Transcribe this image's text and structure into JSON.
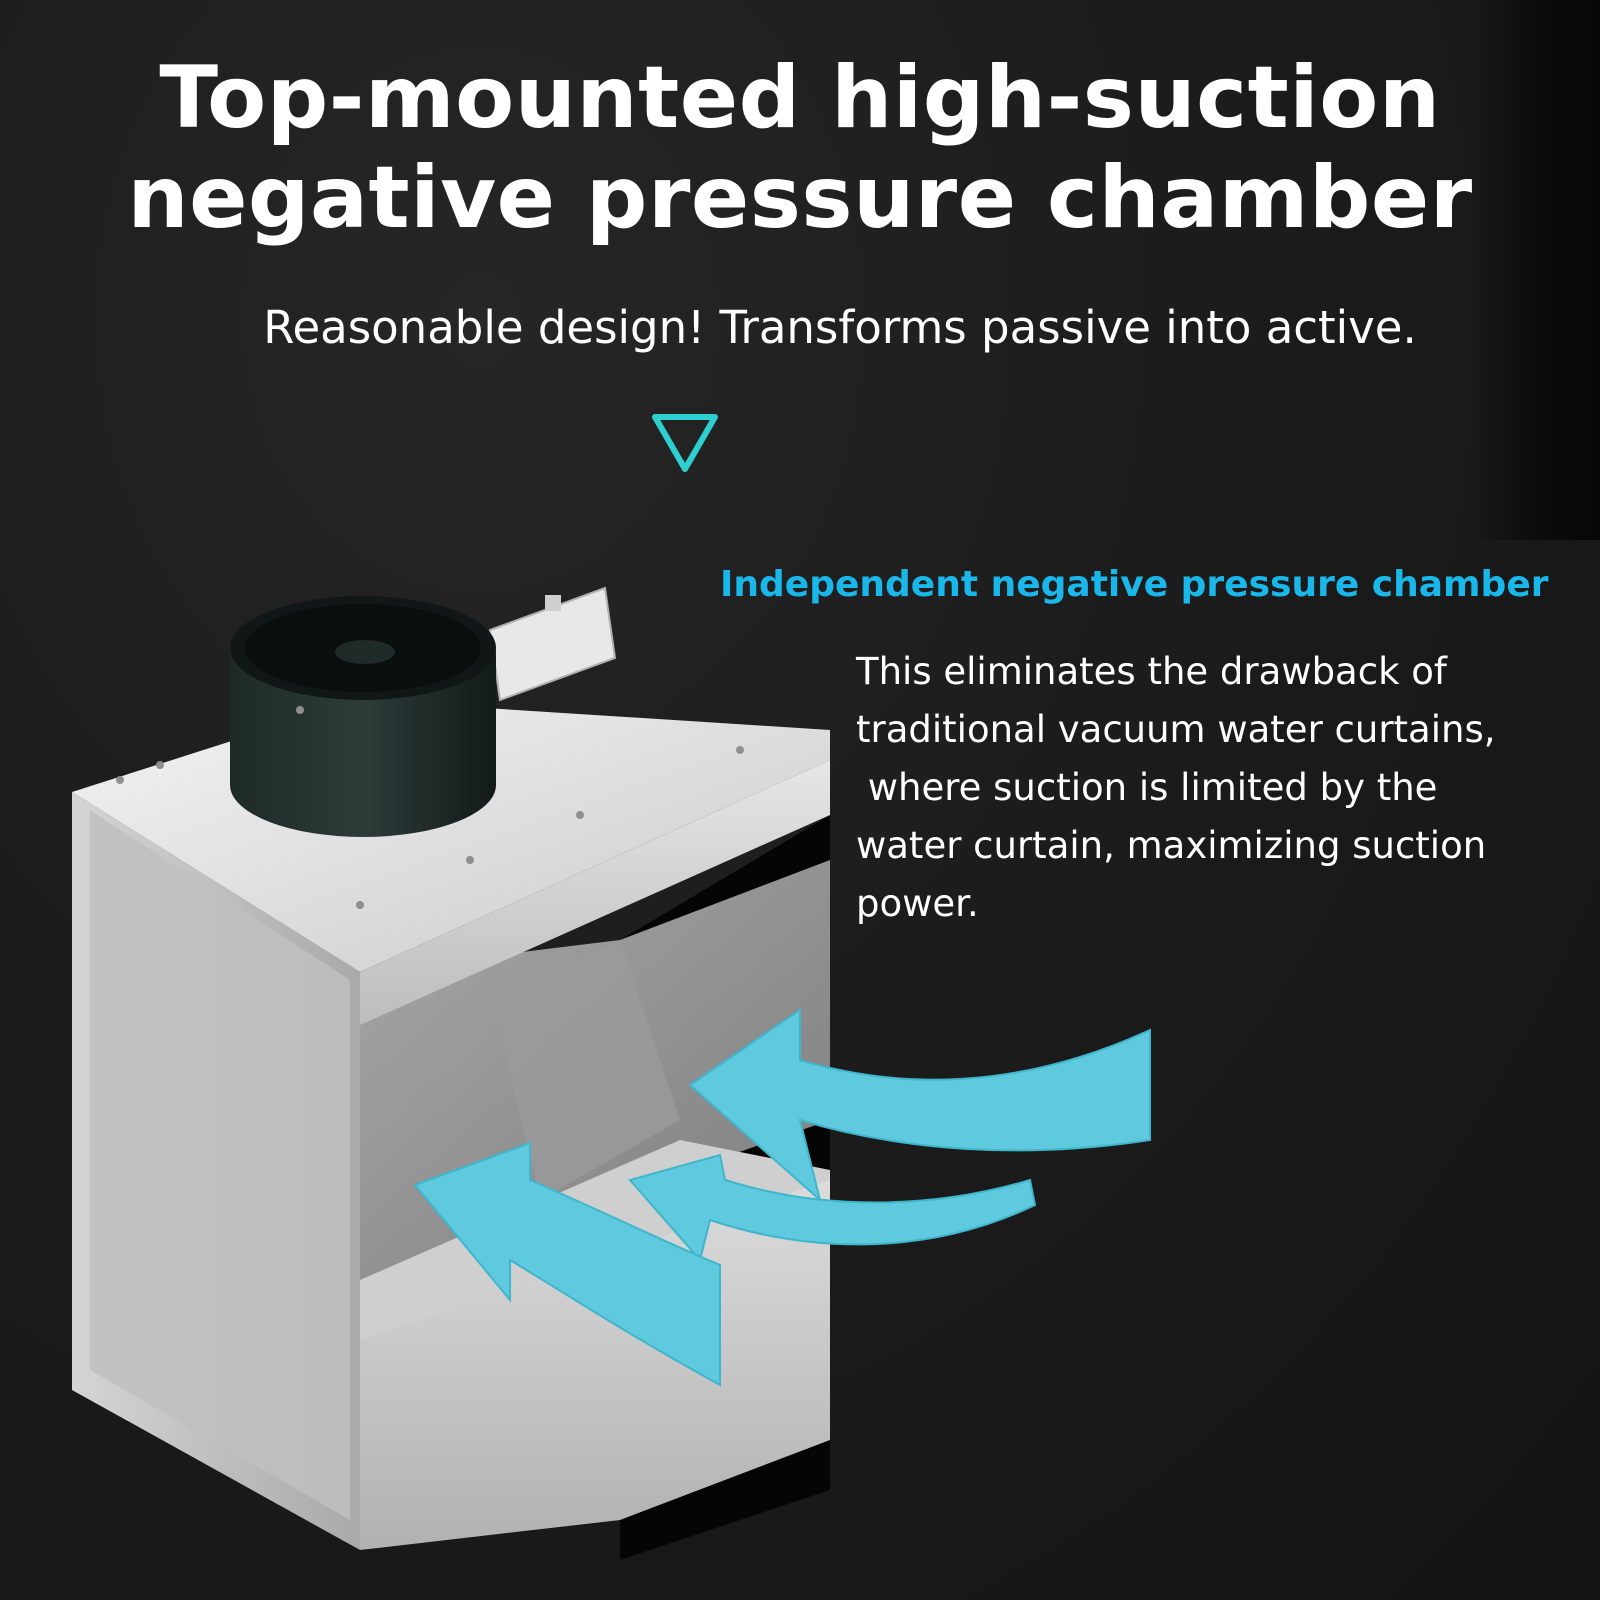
{
  "headline": {
    "line1": "Top-mounted high-suction",
    "line2": "negative pressure chamber"
  },
  "tagline": "Reasonable design! Transforms passive into active.",
  "feature": {
    "title": "Independent negative pressure chamber",
    "description_lines": [
      "This eliminates the drawback of",
      "traditional vacuum water curtains,",
      " where suction is limited by the",
      "water curtain, maximizing suction",
      "power."
    ]
  },
  "colors": {
    "accent": "#1ab8ea",
    "arrow": "#5fc9dd",
    "triangle": "#2ecfd0"
  },
  "icons": {
    "divider": "down-triangle-icon",
    "airflow": "airflow-arrow-icon"
  }
}
